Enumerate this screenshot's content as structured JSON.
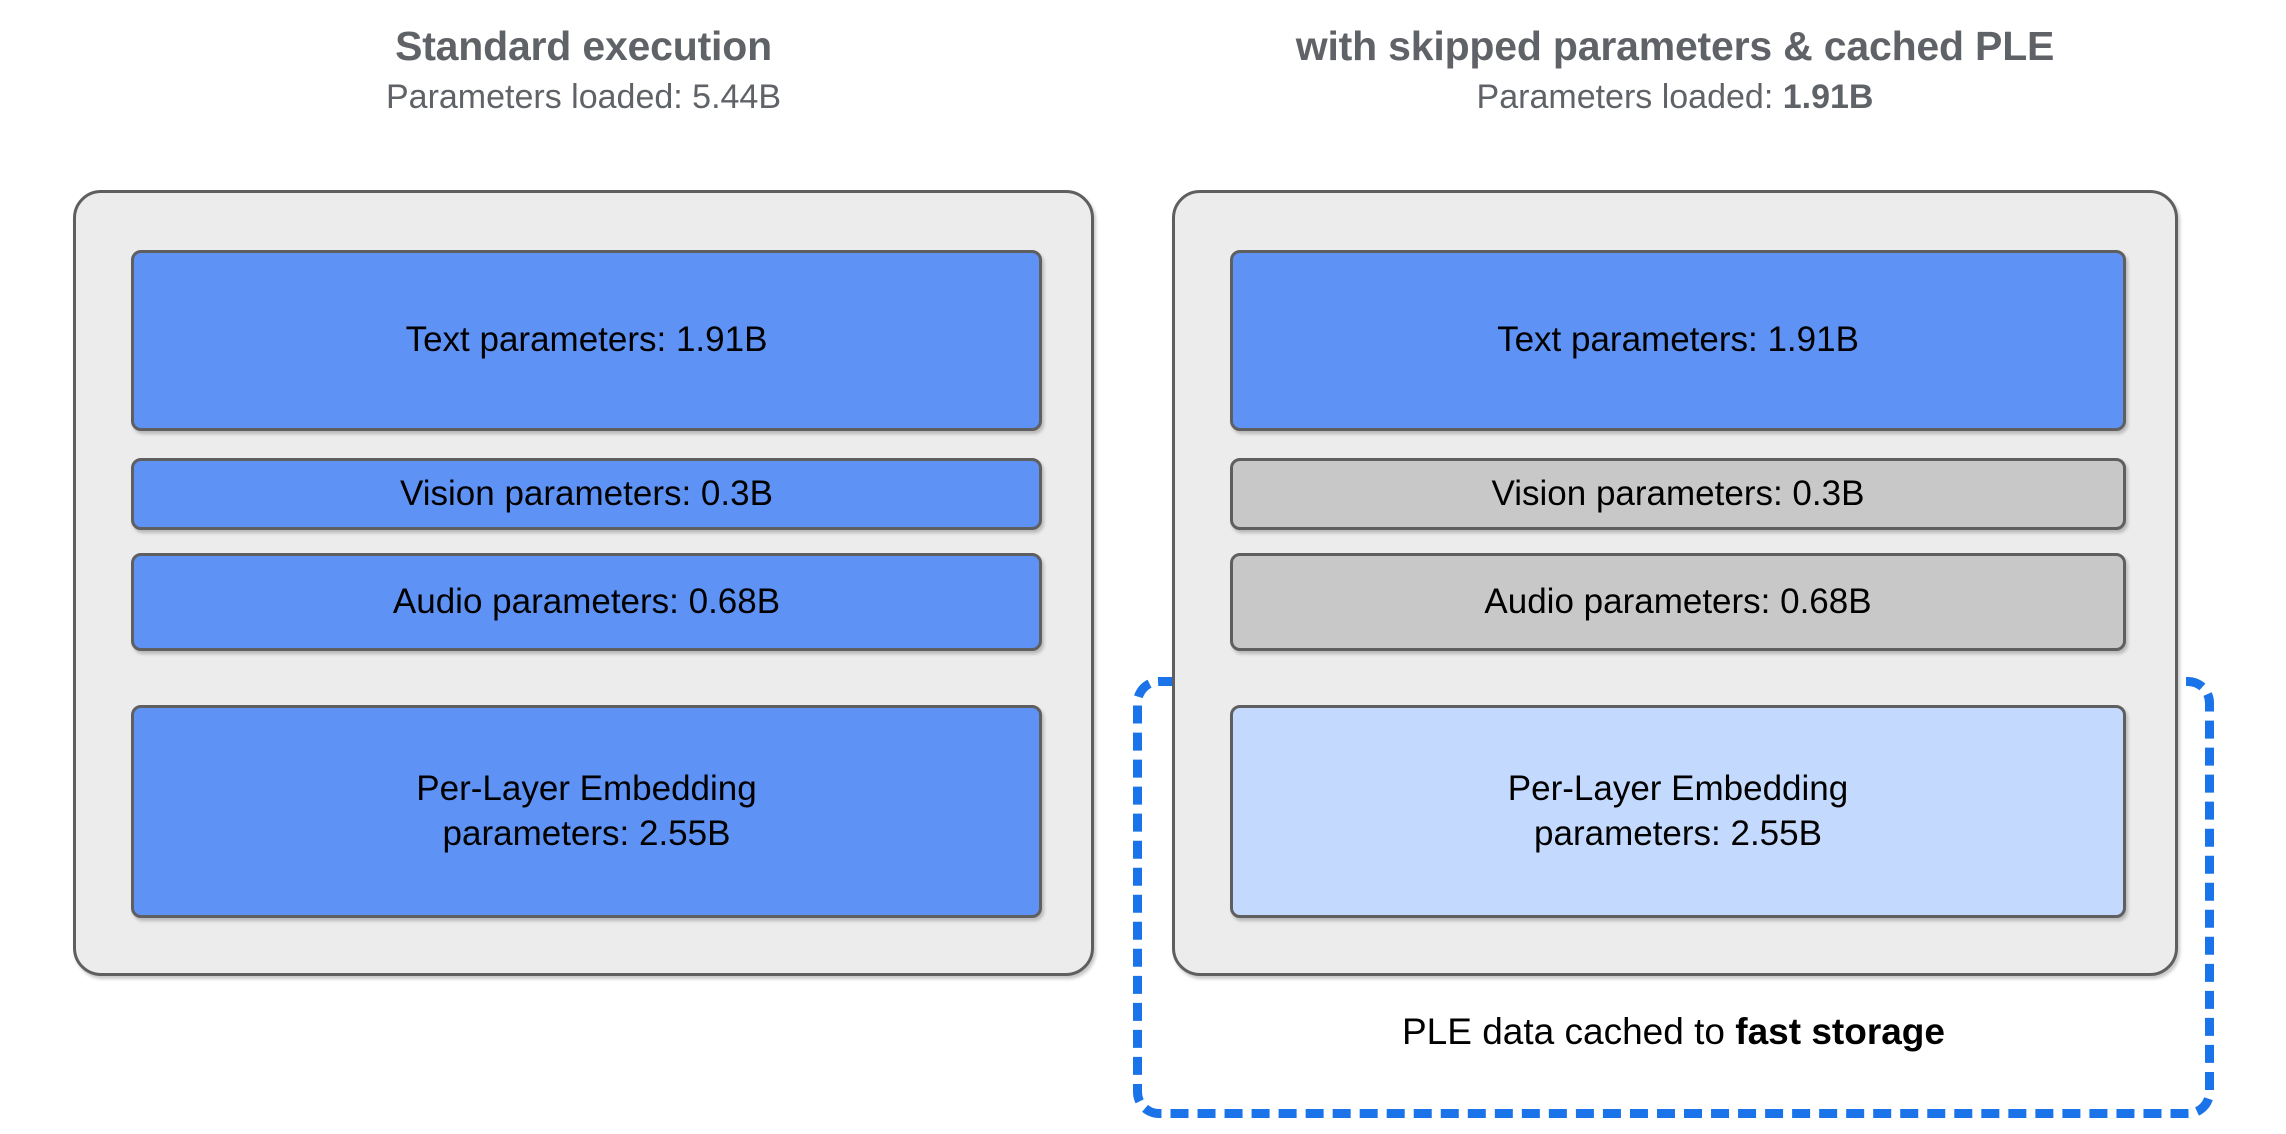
{
  "figure": {
    "background_color": "#ffffff",
    "accent_blue": "#5e92f4",
    "accent_light_blue": "#c3d9fd",
    "accent_gray": "#c8c8c8",
    "dashed_border_color": "#1a73e8",
    "panel_background": "#ececec",
    "panel_border": "#5f5f5f",
    "title_color": "#5f6368"
  },
  "columns": [
    {
      "id": "standard",
      "title": "Standard execution",
      "subtitle_prefix": "Parameters loaded: ",
      "subtitle_value": "5.44B",
      "subtitle_value_bold": false,
      "boxes": [
        {
          "id": "text",
          "label": "Text parameters: 1.91B",
          "label_line2": "",
          "state": "active",
          "color": "#5e92f4",
          "value": 1.91
        },
        {
          "id": "vision",
          "label": "Vision parameters: 0.3B",
          "label_line2": "",
          "state": "active",
          "color": "#5e92f4",
          "value": 0.3
        },
        {
          "id": "audio",
          "label": "Audio parameters: 0.68B",
          "label_line2": "",
          "state": "active",
          "color": "#5e92f4",
          "value": 0.68
        },
        {
          "id": "ple",
          "label": "Per-Layer Embedding",
          "label_line2": "parameters: 2.55B",
          "state": "active",
          "color": "#5e92f4",
          "value": 2.55
        }
      ],
      "cached": false
    },
    {
      "id": "optimized",
      "title": "with skipped parameters & cached PLE",
      "subtitle_prefix": "Parameters loaded: ",
      "subtitle_value": "1.91B",
      "subtitle_value_bold": true,
      "boxes": [
        {
          "id": "text",
          "label": "Text parameters: 1.91B",
          "label_line2": "",
          "state": "active",
          "color": "#5e92f4",
          "value": 1.91
        },
        {
          "id": "vision",
          "label": "Vision parameters: 0.3B",
          "label_line2": "",
          "state": "skipped",
          "color": "#c8c8c8",
          "value": 0.3
        },
        {
          "id": "audio",
          "label": "Audio parameters: 0.68B",
          "label_line2": "",
          "state": "skipped",
          "color": "#c8c8c8",
          "value": 0.68
        },
        {
          "id": "ple",
          "label": "Per-Layer Embedding",
          "label_line2": "parameters: 2.55B",
          "state": "cached",
          "color": "#c3d9fd",
          "value": 2.55
        }
      ],
      "cached": true,
      "cache_caption_prefix": "PLE data cached to ",
      "cache_caption_bold": "fast storage"
    }
  ]
}
